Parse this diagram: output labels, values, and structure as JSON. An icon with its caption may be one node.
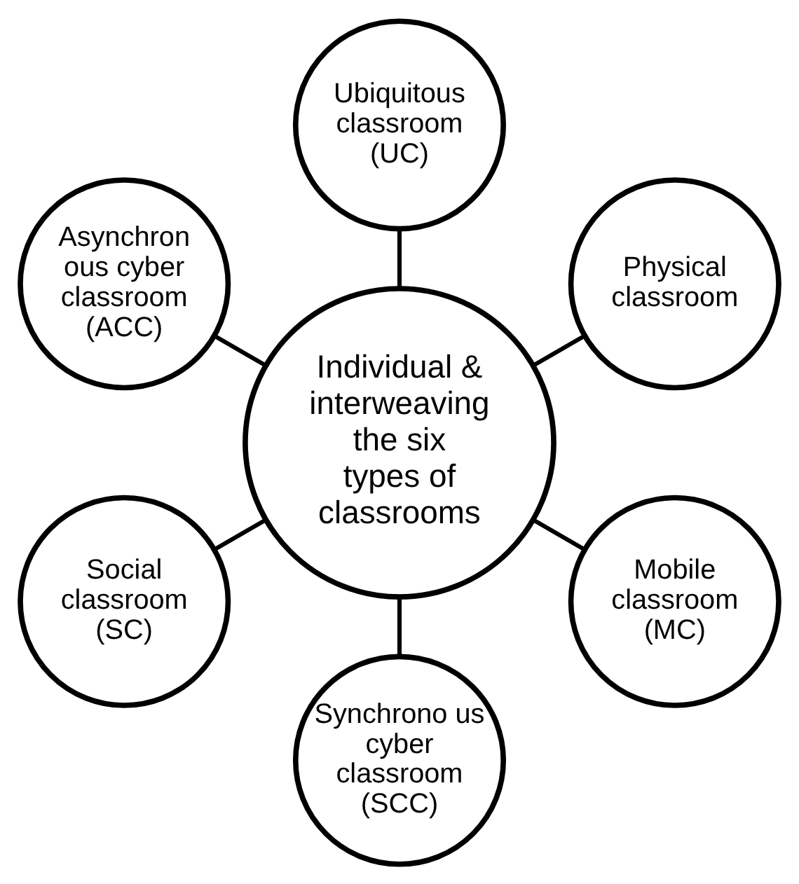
{
  "diagram": {
    "nodes": [
      {
        "text": [
          "Physical classroom"
        ]
      },
      {
        "text": [
          "Ubiquitous classroom (UC)"
        ]
      },
      {
        "text": [
          "Asynchron ous cyber classroom (ACC)"
        ]
      },
      {
        "text": [
          "Individual & interweaving the six types of classrooms"
        ]
      },
      {
        "text": [
          "Social classroom (SC)"
        ]
      },
      {
        "text": [
          "Synchrono us cyber classroom (SCC)"
        ]
      },
      {
        "text": [
          "Mobile classroom (MC)"
        ]
      }
    ],
    "edges": [
      {
        "from": 3,
        "to": 0,
        "arrow": "none"
      },
      {
        "from": 3,
        "to": 2,
        "arrow": "none"
      },
      {
        "from": 3,
        "to": 5,
        "arrow": "none"
      },
      {
        "from": 3,
        "to": 6,
        "arrow": "none"
      },
      {
        "from": 3,
        "to": 4,
        "arrow": "none"
      },
      {
        "from": 3,
        "to": 1,
        "arrow": "none"
      }
    ]
  }
}
